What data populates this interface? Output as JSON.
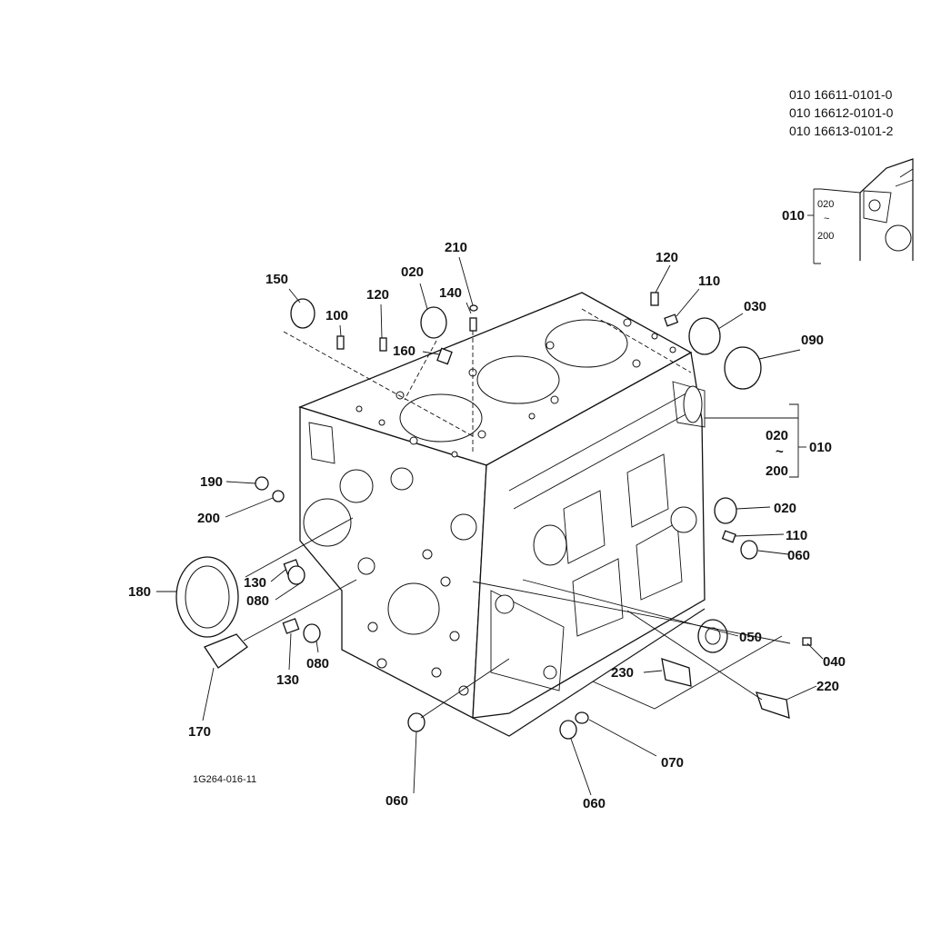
{
  "part_numbers": [
    "010 16611-0101-0",
    "010 16612-0101-0",
    "010 16613-0101-2"
  ],
  "drawing_code": "1G264-016-11",
  "callouts": {
    "c150": "150",
    "c100": "100",
    "c120a": "120",
    "c020a": "020",
    "c140": "140",
    "c210": "210",
    "c160": "160",
    "c120b": "120",
    "c110a": "110",
    "c030": "030",
    "c090": "090",
    "c020b": "020",
    "c200b": "200",
    "c010": "010",
    "c020c": "020",
    "c110b": "110",
    "c060a": "060",
    "c190": "190",
    "c200a": "200",
    "c180": "180",
    "c130a": "130",
    "c080a": "080",
    "c130b": "130",
    "c080b": "080",
    "c170": "170",
    "c050": "050",
    "c040": "040",
    "c220": "220",
    "c230": "230",
    "c070": "070",
    "c060b": "060",
    "c060c": "060"
  },
  "inset": {
    "c010": "010",
    "c020": "020",
    "c200": "200"
  }
}
